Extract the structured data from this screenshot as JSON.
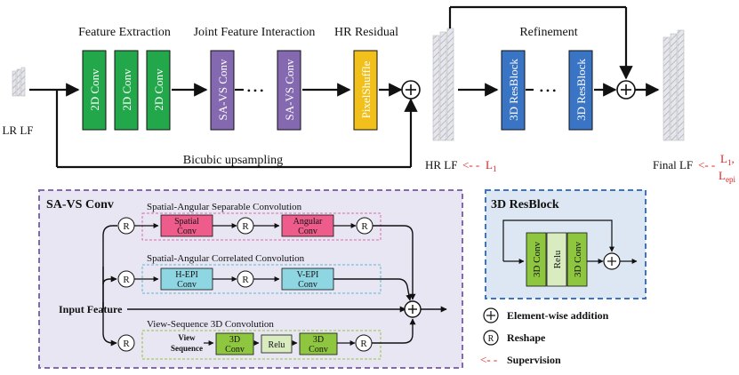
{
  "top": {
    "feature_extraction": "Feature Extraction",
    "joint_interaction": "Joint Feature Interaction",
    "hr_residual": "HR Residual",
    "refinement": "Refinement",
    "lr_lf": "LR LF",
    "bicubic": "Bicubic upsampling",
    "hr_lf": "HR LF",
    "hr_sup": "L",
    "hr_sup_sub": "1",
    "final_lf": "Final LF",
    "final_sup1": "L",
    "final_sup1_sub": "1",
    "final_sup1_comma": ",",
    "final_sup2": "L",
    "final_sup2_sub": "epi",
    "conv2d": "2D Conv",
    "savs": "SA-VS Conv",
    "pixelshuffle": "PixelShuffle",
    "resblock3d": "3D ResBlock",
    "dots": "• • •",
    "arrow_sup": "<- -"
  },
  "savs_panel": {
    "title": "SA-VS Conv",
    "sa_sep": "Spatial-Angular Separable Convolution",
    "spatial": "Spatial",
    "angular": "Angular",
    "conv": "Conv",
    "sa_corr": "Spatial-Angular  Correlated Convolution",
    "hepi": "H-EPI",
    "vepi": "V-EPI",
    "input_feature": "Input Feature",
    "vs3d": "View-Sequence 3D Convolution",
    "view": "View",
    "sequence": "Sequence",
    "conv3d_top": "3D",
    "relu": "Relu",
    "r": "R"
  },
  "resblock_panel": {
    "title": "3D ResBlock",
    "conv3d": "3D Conv",
    "relu": "Relu"
  },
  "legend": {
    "addition": "Element-wise addition",
    "reshape": "Reshape",
    "supervision": "Supervision",
    "r": "R",
    "arrow": "<- -"
  },
  "colors": {
    "conv2d": "#22a84a",
    "savs": "#8468b0",
    "pixelshuffle": "#f2c01a",
    "resblock": "#3a74c4",
    "spatial": "#ee5c8c",
    "epi": "#8fd6e3",
    "conv3d": "#8ec63f",
    "relu": "#d9ecc0",
    "panel1": "#e9e6f4",
    "panel2": "#dde7f3",
    "supervision": "#e0201e"
  }
}
